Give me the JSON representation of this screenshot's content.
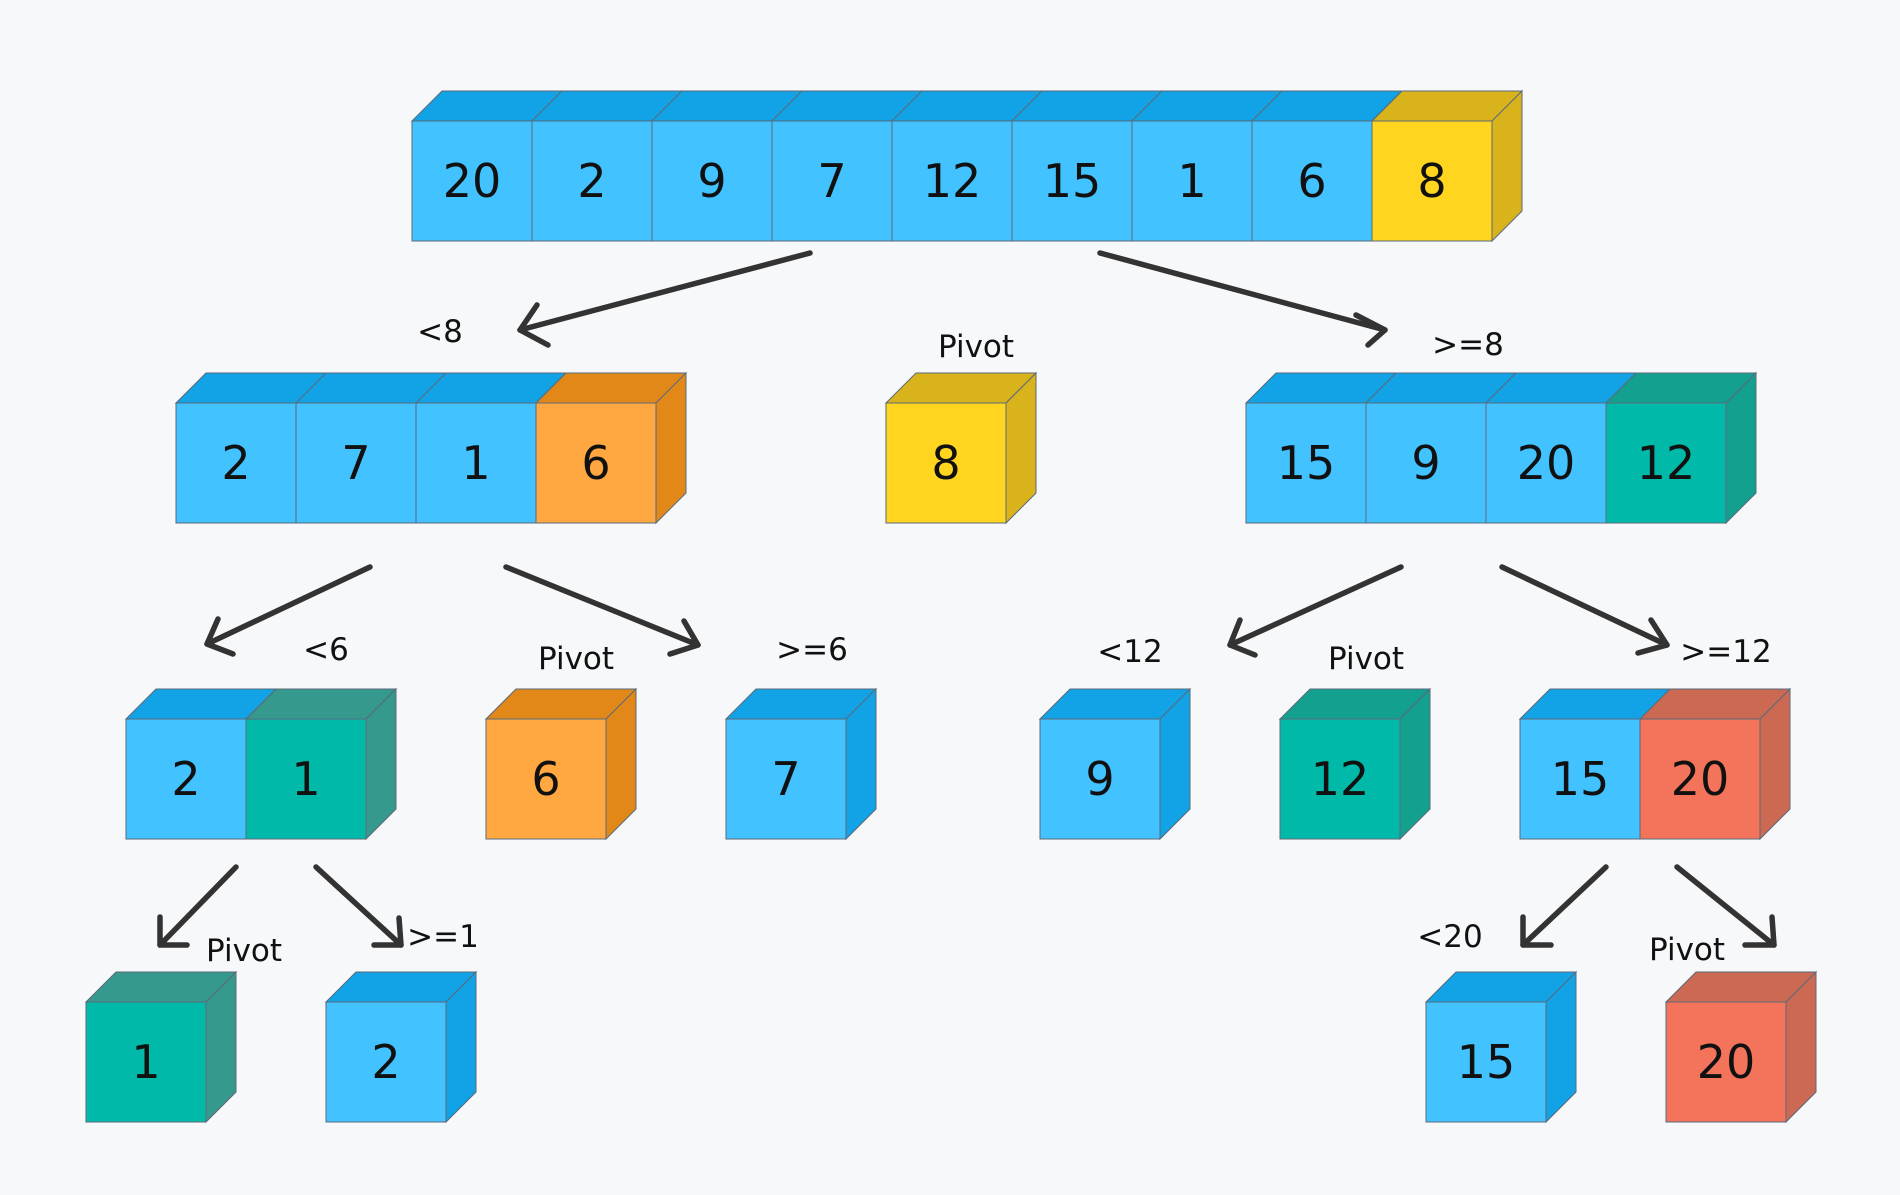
{
  "colors": {
    "background": "#f6f8fa",
    "blue": "#42c3ff",
    "blue_top": "#12a2e6",
    "blue_side": "#12a2e6",
    "yellow": "#ffd51f",
    "yellow_top": "#d8b31c",
    "yellow_side": "#d8b31c",
    "orange": "#ffa841",
    "orange_top": "#e28818",
    "orange_side": "#e28818",
    "teal": "#00b9a8",
    "teal_top": "#14a08f",
    "teal_side": "#14a08f",
    "dark_teal": "#00b9a8",
    "dark_teal_top": "#36998e",
    "dark_teal_side": "#36998e",
    "red": "#f3745b",
    "red_top": "#cc6952",
    "red_side": "#cc6952"
  },
  "diagram": {
    "root": {
      "values": [
        "20",
        "2",
        "9",
        "7",
        "12",
        "15",
        "1",
        "6",
        "8"
      ],
      "colors": [
        "blue",
        "blue",
        "blue",
        "blue",
        "blue",
        "blue",
        "blue",
        "blue",
        "yellow"
      ]
    },
    "level1": {
      "left": {
        "label": "<8",
        "values": [
          "2",
          "7",
          "1",
          "6"
        ],
        "colors": [
          "blue",
          "blue",
          "blue",
          "orange"
        ]
      },
      "pivot": {
        "label": "Pivot",
        "values": [
          "8"
        ],
        "colors": [
          "yellow"
        ]
      },
      "right": {
        "label": ">=8",
        "values": [
          "15",
          "9",
          "20",
          "12"
        ],
        "colors": [
          "blue",
          "blue",
          "blue",
          "teal"
        ]
      }
    },
    "level2": {
      "ll": {
        "label": "<6",
        "values": [
          "2",
          "1"
        ],
        "colors": [
          "blue",
          "dark_teal"
        ]
      },
      "lp": {
        "label": "Pivot",
        "values": [
          "6"
        ],
        "colors": [
          "orange"
        ]
      },
      "lr": {
        "label": ">=6",
        "values": [
          "7"
        ],
        "colors": [
          "blue"
        ]
      },
      "rl": {
        "label": "<12",
        "values": [
          "9"
        ],
        "colors": [
          "blue"
        ]
      },
      "rp": {
        "label": "Pivot",
        "values": [
          "12"
        ],
        "colors": [
          "teal"
        ]
      },
      "rr": {
        "label": ">=12",
        "values": [
          "15",
          "20"
        ],
        "colors": [
          "blue",
          "red"
        ]
      }
    },
    "level3": {
      "a": {
        "label": "Pivot",
        "values": [
          "1"
        ],
        "colors": [
          "dark_teal"
        ]
      },
      "b": {
        "label": ">=1",
        "values": [
          "2"
        ],
        "colors": [
          "blue"
        ]
      },
      "c": {
        "label": "<20",
        "values": [
          "15"
        ],
        "colors": [
          "blue"
        ]
      },
      "d": {
        "label": "Pivot",
        "values": [
          "20"
        ],
        "colors": [
          "red"
        ]
      }
    }
  }
}
